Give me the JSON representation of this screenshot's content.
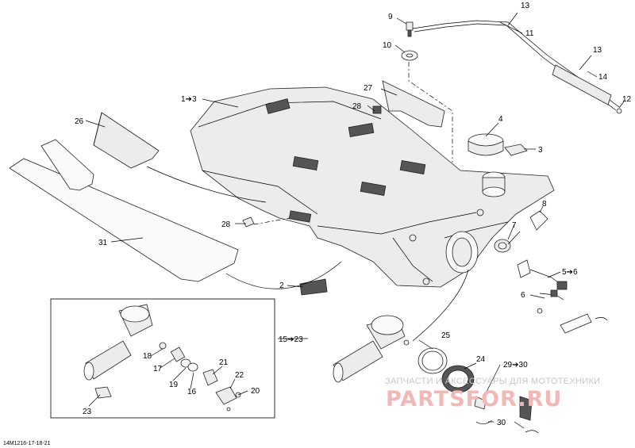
{
  "labels": {
    "l1_3": "1➔3",
    "l2": "2",
    "l3": "3",
    "l4": "4",
    "l5_6": "5➔6",
    "l6": "6",
    "l7": "7",
    "l8": "8",
    "l9": "9",
    "l10": "10",
    "l11": "11",
    "l12": "12",
    "l13": "13",
    "l13b": "13",
    "l14": "14",
    "l15_23": "15➔23",
    "l16": "16",
    "l17": "17",
    "l18": "18",
    "l19": "19",
    "l20": "20",
    "l21": "21",
    "l22": "22",
    "l23": "23",
    "l24": "24",
    "l25": "25",
    "l26": "26",
    "l27": "27",
    "l28a": "28",
    "l28b": "28",
    "l29_30": "29➔30",
    "l30": "30",
    "l31": "31"
  },
  "watermark": {
    "line1": "ЗАПЧАСТИ И АКСЕССУАРЫ ДЛЯ МОТОТЕХНИКИ",
    "line2": "PARTSFOR.RU"
  },
  "drawing_code": "14M1216-17-18-21"
}
